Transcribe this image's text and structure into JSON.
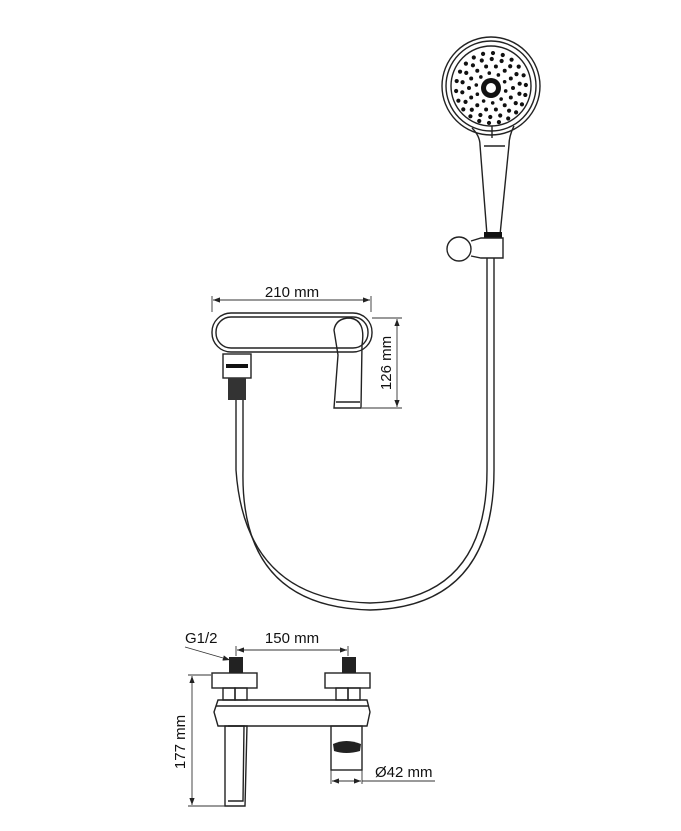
{
  "dimensions": {
    "mixer_width": "210 mm",
    "mixer_height": "126 mm",
    "inlet_spacing": "150 mm",
    "inlet_thread": "G1/2",
    "total_height": "177 mm",
    "outlet_diameter": "Ø42 mm"
  },
  "colors": {
    "line": "#222222",
    "background": "#ffffff"
  }
}
